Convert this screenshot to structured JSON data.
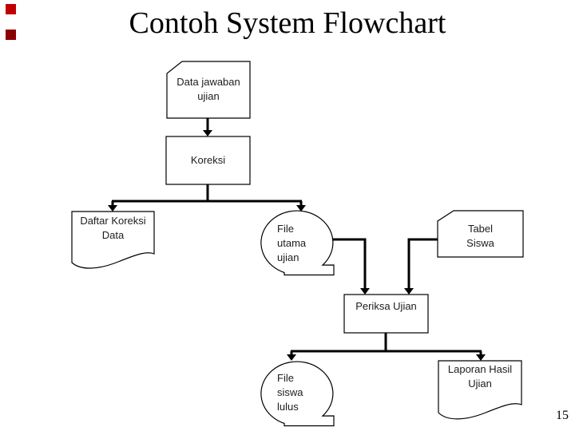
{
  "slide": {
    "title": "Contoh System Flowchart",
    "page_number": "15"
  },
  "decorations": {
    "square_top_color": "#c00000",
    "square_bottom_color": "#8b0000"
  },
  "colors": {
    "background": "#ffffff",
    "stroke": "#000000",
    "text": "#1c1c1c"
  },
  "flowchart": {
    "nodes": [
      {
        "id": "data-jawaban-ujian",
        "type": "punched-card",
        "label": "Data jawaban\nujian"
      },
      {
        "id": "koreksi",
        "type": "process",
        "label": "Koreksi"
      },
      {
        "id": "daftar-koreksi-data",
        "type": "document",
        "label": "Daftar Koreksi\nData"
      },
      {
        "id": "file-utama-ujian",
        "type": "magnetic-tape",
        "label": "File\nutama\nujian"
      },
      {
        "id": "tabel-siswa",
        "type": "punched-card",
        "label": "Tabel\nSiswa"
      },
      {
        "id": "periksa-ujian",
        "type": "process",
        "label": "Periksa Ujian"
      },
      {
        "id": "file-siswa-lulus",
        "type": "magnetic-tape",
        "label": "File\nsiswa\nlulus"
      },
      {
        "id": "laporan-hasil-ujian",
        "type": "document",
        "label": "Laporan Hasil\nUjian"
      }
    ],
    "edges": [
      {
        "from": "data-jawaban-ujian",
        "to": "koreksi"
      },
      {
        "from": "koreksi",
        "to": "daftar-koreksi-data"
      },
      {
        "from": "koreksi",
        "to": "file-utama-ujian"
      },
      {
        "from": "file-utama-ujian",
        "to": "periksa-ujian"
      },
      {
        "from": "tabel-siswa",
        "to": "periksa-ujian"
      },
      {
        "from": "periksa-ujian",
        "to": "file-siswa-lulus"
      },
      {
        "from": "periksa-ujian",
        "to": "laporan-hasil-ujian"
      }
    ]
  }
}
